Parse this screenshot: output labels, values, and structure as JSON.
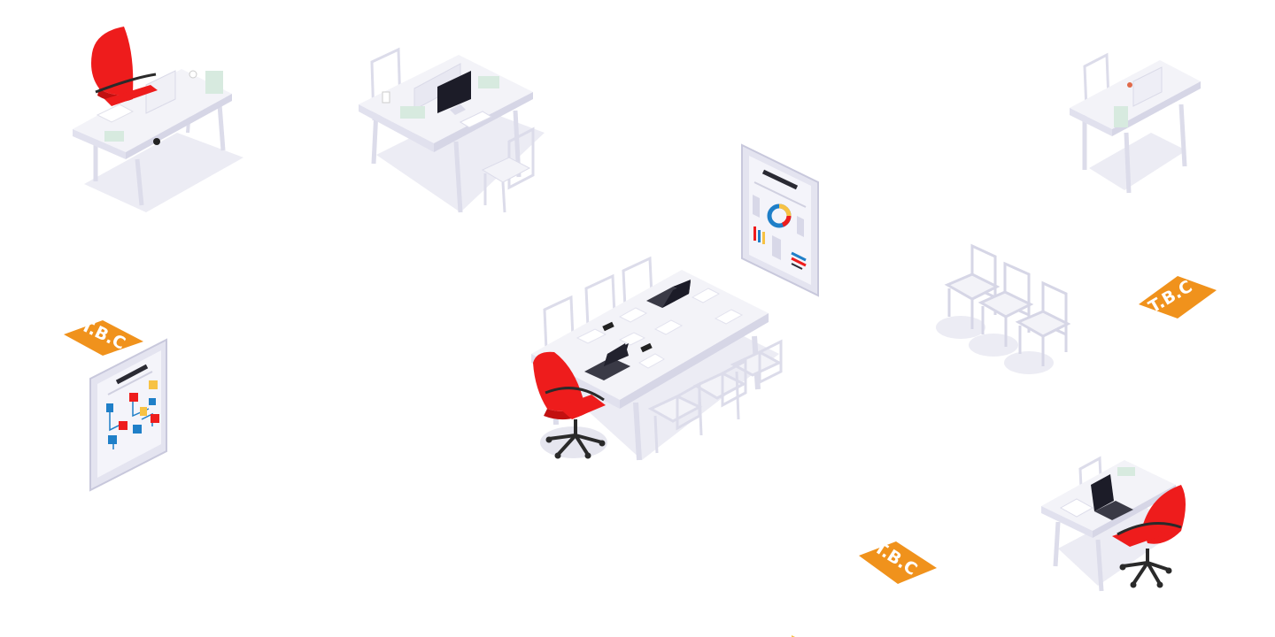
{
  "badges": {
    "left": "T.B.C",
    "right": "T.B.C",
    "bottom": "T.B.C"
  },
  "colors": {
    "chair_red": "#ee1c1c",
    "badge_orange": "#f0921c",
    "desk_top": "#f1f1f7",
    "desk_side": "#e1e1ee",
    "floor_shadow": "#ebebf3",
    "leg": "#dcdcea",
    "screen": "#1c1c28",
    "paper": "#ffffff",
    "accent_blue": "#1f7fc8",
    "accent_yellow": "#f7c244",
    "accent_green": "#d7eadf"
  },
  "icons": {
    "workstation": "desk-icon",
    "chair": "office-chair-icon",
    "board": "whiteboard-icon",
    "laptop": "laptop-icon"
  }
}
